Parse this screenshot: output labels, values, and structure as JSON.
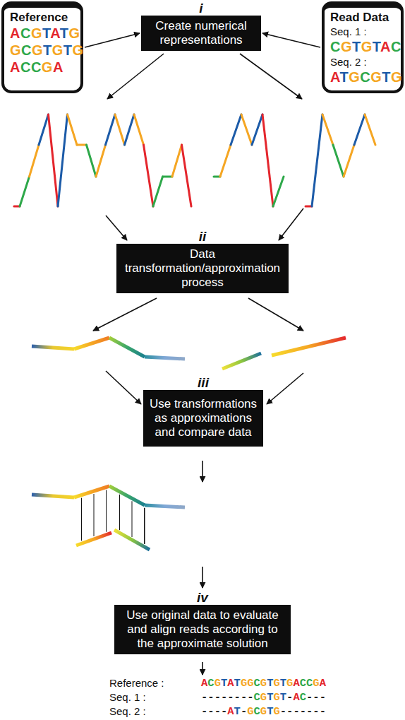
{
  "diagram": {
    "nodes": [
      {
        "text": [
          "Reference",
          "ACGTATG",
          "GCGTGTG",
          "ACCGA"
        ]
      },
      {
        "text": [
          "Read Data",
          "Seq. 1 :",
          "CGTGTAC",
          "Seq. 2 :",
          "ATGCGTG"
        ]
      },
      {
        "text": [
          "i",
          "Create numerical representations"
        ]
      },
      {
        "text": [
          "ii",
          "Data transformation/approximation process"
        ]
      },
      {
        "text": [
          "iii",
          "Use transformations as approximations and compare data"
        ]
      },
      {
        "text": [
          "iv",
          "Use original data to evaluate and align reads according to the approximate solution"
        ]
      }
    ],
    "edges": [
      {
        "from": 0,
        "to": 2,
        "arrow": "to"
      },
      {
        "from": 1,
        "to": 2,
        "arrow": "to"
      }
    ],
    "labels": [
      "Reference :",
      "ACGTATGGCGTGTGACCGA",
      "Seq. 1 :",
      "--------CGTGT-AC---",
      "Seq. 2 :",
      "----AT-GCGTG-------"
    ]
  }
}
